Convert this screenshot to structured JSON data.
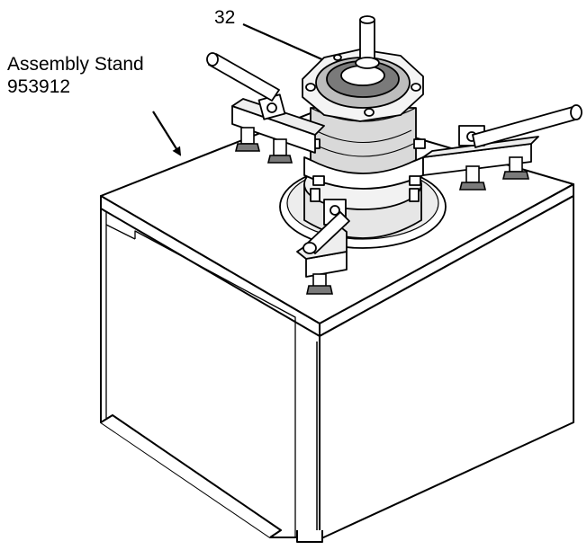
{
  "callouts": {
    "part_number": "32",
    "stand_name": "Assembly Stand",
    "stand_part_number": "953912"
  },
  "colors": {
    "ink": "#000000",
    "paper": "#ffffff",
    "shade": "#d9d9d9",
    "dark_shade": "#7a7a7a"
  }
}
